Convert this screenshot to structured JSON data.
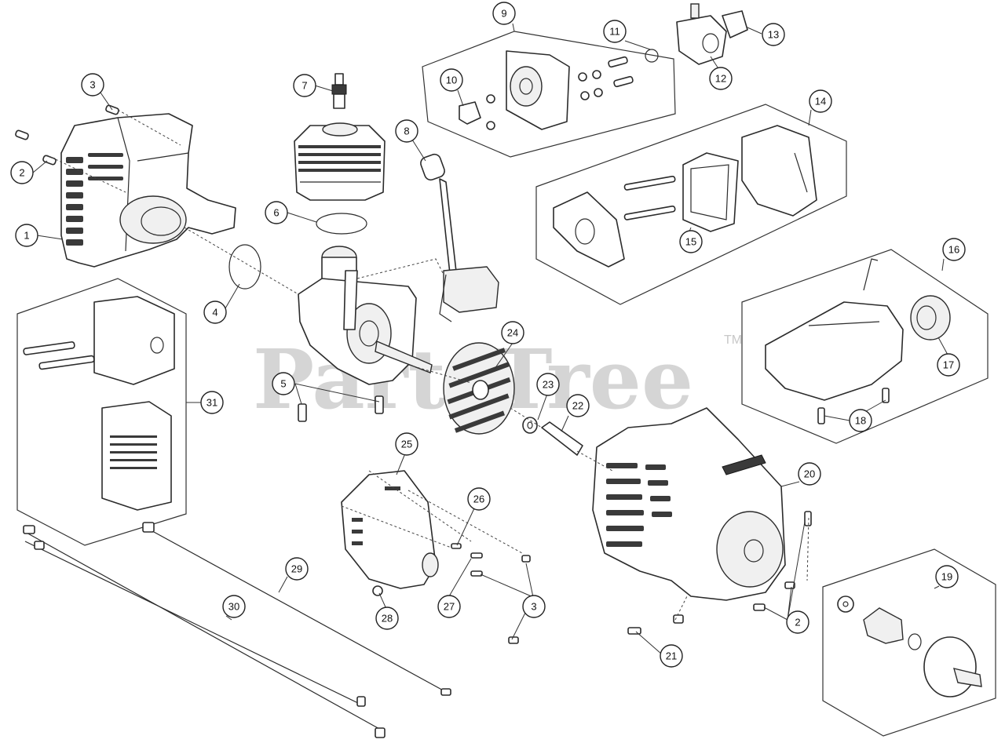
{
  "watermark": {
    "text": "PartsTree",
    "trademark": "TM"
  },
  "callouts": [
    {
      "id": "c1",
      "label": "1"
    },
    {
      "id": "c2a",
      "label": "2"
    },
    {
      "id": "c2b",
      "label": "2"
    },
    {
      "id": "c3a",
      "label": "3"
    },
    {
      "id": "c3b",
      "label": "3"
    },
    {
      "id": "c4",
      "label": "4"
    },
    {
      "id": "c5",
      "label": "5"
    },
    {
      "id": "c6",
      "label": "6"
    },
    {
      "id": "c7",
      "label": "7"
    },
    {
      "id": "c8",
      "label": "8"
    },
    {
      "id": "c9",
      "label": "9"
    },
    {
      "id": "c10",
      "label": "10"
    },
    {
      "id": "c11",
      "label": "11"
    },
    {
      "id": "c12",
      "label": "12"
    },
    {
      "id": "c13",
      "label": "13"
    },
    {
      "id": "c14",
      "label": "14"
    },
    {
      "id": "c15",
      "label": "15"
    },
    {
      "id": "c16",
      "label": "16"
    },
    {
      "id": "c17",
      "label": "17"
    },
    {
      "id": "c18",
      "label": "18"
    },
    {
      "id": "c19",
      "label": "19"
    },
    {
      "id": "c20",
      "label": "20"
    },
    {
      "id": "c21",
      "label": "21"
    },
    {
      "id": "c22",
      "label": "22"
    },
    {
      "id": "c23",
      "label": "23"
    },
    {
      "id": "c24",
      "label": "24"
    },
    {
      "id": "c25",
      "label": "25"
    },
    {
      "id": "c26",
      "label": "26"
    },
    {
      "id": "c27",
      "label": "27"
    },
    {
      "id": "c28",
      "label": "28"
    },
    {
      "id": "c29",
      "label": "29"
    },
    {
      "id": "c30",
      "label": "30"
    },
    {
      "id": "c31",
      "label": "31"
    }
  ]
}
